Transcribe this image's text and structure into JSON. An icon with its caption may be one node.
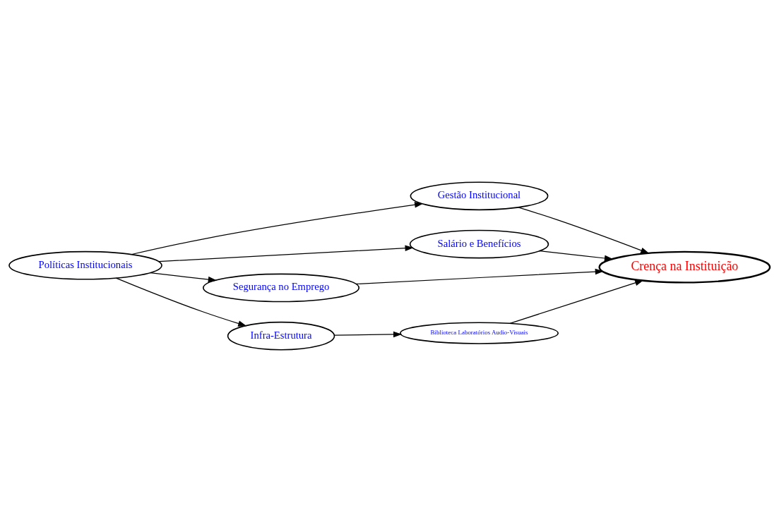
{
  "diagram": {
    "nodes": [
      {
        "text": [
          "Políticas Institucionais"
        ]
      },
      {
        "text": [
          "Gestão Institucional"
        ]
      },
      {
        "text": [
          "Salário e Benefícios"
        ]
      },
      {
        "text": [
          "Segurança no Emprego"
        ]
      },
      {
        "text": [
          "Infra-Estrutura"
        ]
      },
      {
        "text": [
          "Biblioteca Laboratórios Audio-Visuais"
        ]
      },
      {
        "text": [
          "Crença na Instituição"
        ]
      }
    ],
    "edges": [
      {
        "from": 0,
        "to": 1,
        "arrow": "to"
      },
      {
        "from": 0,
        "to": 2,
        "arrow": "to"
      },
      {
        "from": 0,
        "to": 3,
        "arrow": "to"
      },
      {
        "from": 0,
        "to": 4,
        "arrow": "to"
      },
      {
        "from": 4,
        "to": 5,
        "arrow": "to"
      },
      {
        "from": 5,
        "to": 6,
        "arrow": "to"
      },
      {
        "from": 3,
        "to": 6,
        "arrow": "to"
      },
      {
        "from": 2,
        "to": 6,
        "arrow": "to"
      },
      {
        "from": 1,
        "to": 6,
        "arrow": "to"
      }
    ]
  }
}
